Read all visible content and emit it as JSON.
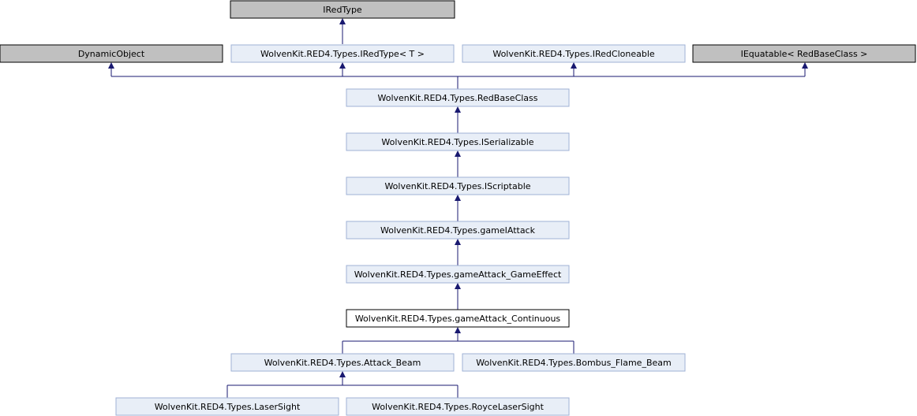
{
  "colors": {
    "external_fill": "#c0c0c0",
    "class_fill": "#e8eef7",
    "class_stroke": "#9fb2d6",
    "current_fill": "#ffffff",
    "current_stroke": "#000000",
    "edge": "#191970"
  },
  "nodes": {
    "iredtype": {
      "label": "IRedType"
    },
    "dynamicobject": {
      "label": "DynamicObject"
    },
    "iredtype_t": {
      "label": "WolvenKit.RED4.Types.IRedType< T >"
    },
    "iredcloneable": {
      "label": "WolvenKit.RED4.Types.IRedCloneable"
    },
    "iequatable": {
      "label": "IEquatable< RedBaseClass >"
    },
    "redbaseclass": {
      "label": "WolvenKit.RED4.Types.RedBaseClass"
    },
    "iserializable": {
      "label": "WolvenKit.RED4.Types.ISerializable"
    },
    "iscriptable": {
      "label": "WolvenKit.RED4.Types.IScriptable"
    },
    "gameiattack": {
      "label": "WolvenKit.RED4.Types.gameIAttack"
    },
    "gameattack_gameeffect": {
      "label": "WolvenKit.RED4.Types.gameAttack_GameEffect"
    },
    "gameattack_continuous": {
      "label": "WolvenKit.RED4.Types.gameAttack_Continuous"
    },
    "attack_beam": {
      "label": "WolvenKit.RED4.Types.Attack_Beam"
    },
    "bombus_flame_beam": {
      "label": "WolvenKit.RED4.Types.Bombus_Flame_Beam"
    },
    "lasersight": {
      "label": "WolvenKit.RED4.Types.LaserSight"
    },
    "roycelasersight": {
      "label": "WolvenKit.RED4.Types.RoyceLaserSight"
    }
  }
}
